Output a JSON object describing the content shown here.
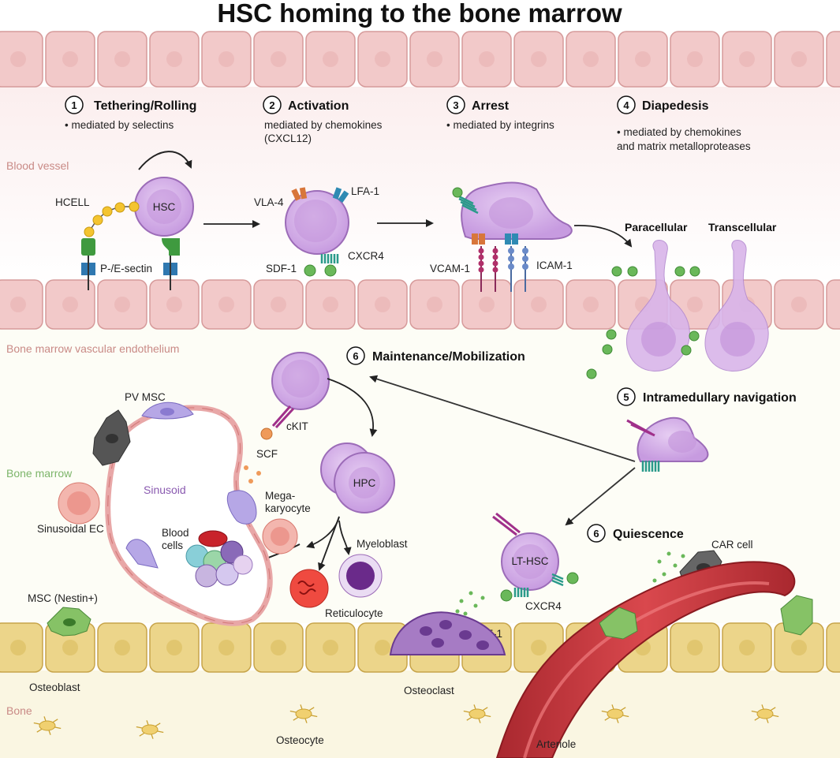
{
  "title": "HSC homing to the bone marrow",
  "steps": [
    {
      "num": "1",
      "label": "Tethering/Rolling",
      "desc": [
        "• mediated by selectins"
      ]
    },
    {
      "num": "2",
      "label": "Activation",
      "desc": [
        "mediated by chemokines",
        "(CXCL12)"
      ]
    },
    {
      "num": "3",
      "label": "Arrest",
      "desc": [
        "• mediated by integrins"
      ]
    },
    {
      "num": "4",
      "label": "Diapedesis",
      "desc": [
        "• mediated by chemokines",
        "and matrix metalloproteases"
      ]
    },
    {
      "num": "5",
      "label": "Intramedullary navigation",
      "desc": []
    },
    {
      "num": "6",
      "label": "Maintenance/Mobilization",
      "desc": []
    },
    {
      "num": "6",
      "label": "Quiescence",
      "desc": []
    }
  ],
  "zones": {
    "blood_vessel": "Blood vessel",
    "endothelium": "Bone marrow vascular endothelium",
    "bone_marrow": "Bone marrow",
    "bone": "Bone"
  },
  "labels": {
    "hcell": "HCELL",
    "hsc": "HSC",
    "selectin": "P-/E-sectin",
    "vla4": "VLA-4",
    "lfa1": "LFA-1",
    "sdf1_top": "SDF-1",
    "cxcr4_top": "CXCR4",
    "vcam1": "VCAM-1",
    "icam1": "ICAM-1",
    "paracellular": "Paracellular",
    "transcellular": "Transcellular",
    "ckit": "cKIT",
    "scf": "SCF",
    "pv_msc": "PV MSC",
    "sinusoid": "Sinusoid",
    "sinusoidal_ec": "Sinusoidal EC",
    "blood_cells_1": "Blood",
    "blood_cells_2": "cells",
    "hpc": "HPC",
    "mega_1": "Mega-",
    "mega_2": "karyocyte",
    "myeloblast": "Myeloblast",
    "reticulocyte": "Reticulocyte",
    "lt_hsc": "LT-HSC",
    "cxcr4_bottom": "CXCR4",
    "sdf1_bottom": "SDF-1",
    "car_cell": "CAR cell",
    "msc_nestin": "MSC (Nestin+)",
    "osteoblast": "Osteoblast",
    "osteoclast": "Osteoclast",
    "osteocyte": "Osteocyte",
    "arteriole": "Arteriole"
  },
  "colors": {
    "endothelial_cell": "#f2c9c9",
    "endothelial_border": "#d69a9a",
    "hsc_cell": "#d9b5ea",
    "hsc_border": "#9c6cb8",
    "osteoblast": "#ecd58a",
    "bone": "#faf6e4",
    "arteriole": "#c8353b",
    "sdf1_dot": "#6ab85a",
    "scf_dot": "#ef9a5a"
  }
}
